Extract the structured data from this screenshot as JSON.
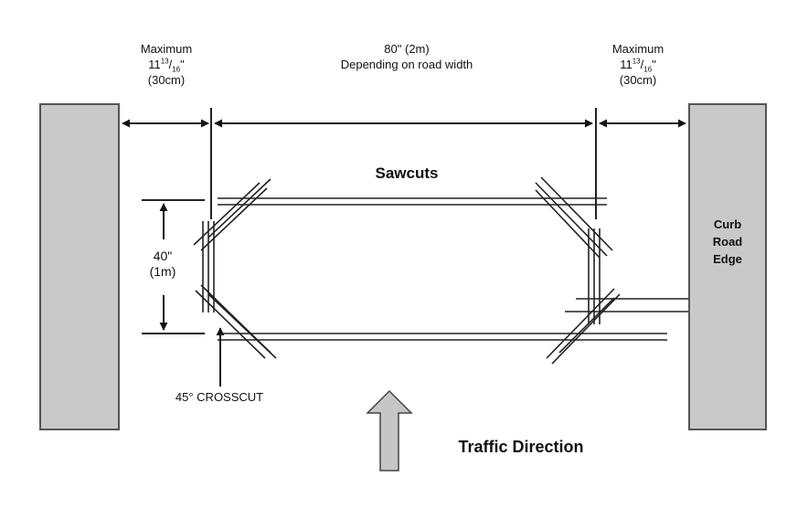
{
  "left_dimension": {
    "line1": "Maximum",
    "line2_whole": "11",
    "line2_num": "13",
    "line2_sep": "/",
    "line2_den": "16",
    "line2_unit": "\"",
    "line3": "(30cm)"
  },
  "center_dimension": {
    "line1": "80\" (2m)",
    "line2": "Depending on road width"
  },
  "right_dimension": {
    "line1": "Maximum",
    "line2_whole": "11",
    "line2_num": "13",
    "line2_sep": "/",
    "line2_den": "16",
    "line2_unit": "\"",
    "line3": "(30cm)"
  },
  "sawcuts_label": "Sawcuts",
  "height_dimension": {
    "line1": "40\"",
    "line2": "(1m)"
  },
  "crosscut_label": "45° CROSSCUT",
  "curb_label": {
    "line1": "Curb",
    "line2": "Road",
    "line3": "Edge"
  },
  "traffic_label": "Traffic Direction",
  "colors": {
    "curb_fill": "#c9c9c9",
    "curb_stroke": "#555555",
    "arrow_fill": "#c6c6c6",
    "line": "#222222"
  }
}
